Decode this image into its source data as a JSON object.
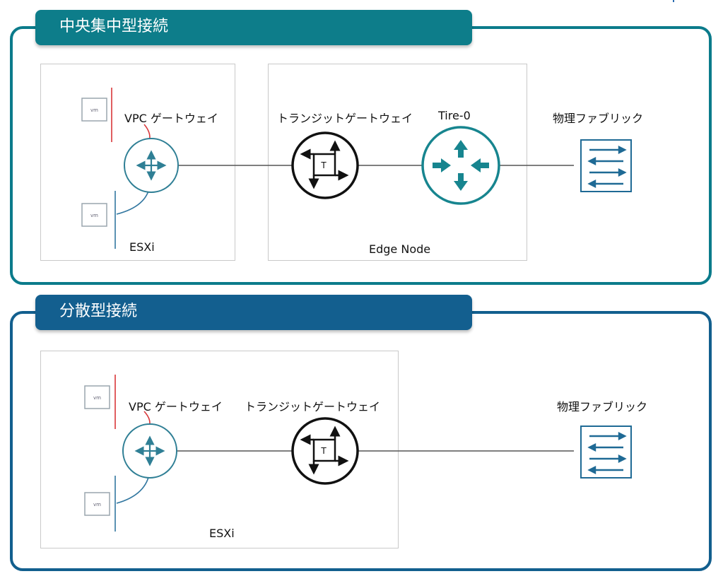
{
  "colors": {
    "centralized_frame": "#0b7b8b",
    "centralized_tab": "#0d7d8a",
    "distributed_frame": "#125f8e",
    "distributed_tab": "#135f8f",
    "vpc_gateway_stroke": "#2f7f95",
    "tier0_stroke": "#17858f",
    "vm_red_line": "#d9373a",
    "vm_blue_line": "#3277a0",
    "fabric_stroke": "#1f6a95"
  },
  "centralized": {
    "title": "中央集中型接続",
    "vpc_gateway_label": "VPC ゲートウェイ",
    "transit_gateway_label": "トランジットゲートウェイ",
    "tier0_label": "Tire-0",
    "physical_fabric_label": "物理ファブリック",
    "esxi_label": "ESXi",
    "edge_node_label": "Edge Node",
    "vm_icon": "vm",
    "transit_gateway_icon": "T"
  },
  "distributed": {
    "title": "分散型接続",
    "vpc_gateway_label": "VPC ゲートウェイ",
    "transit_gateway_label": "トランジットゲートウェイ",
    "physical_fabric_label": "物理ファブリック",
    "esxi_label": "ESXi",
    "vm_icon": "vm",
    "transit_gateway_icon": "T"
  }
}
